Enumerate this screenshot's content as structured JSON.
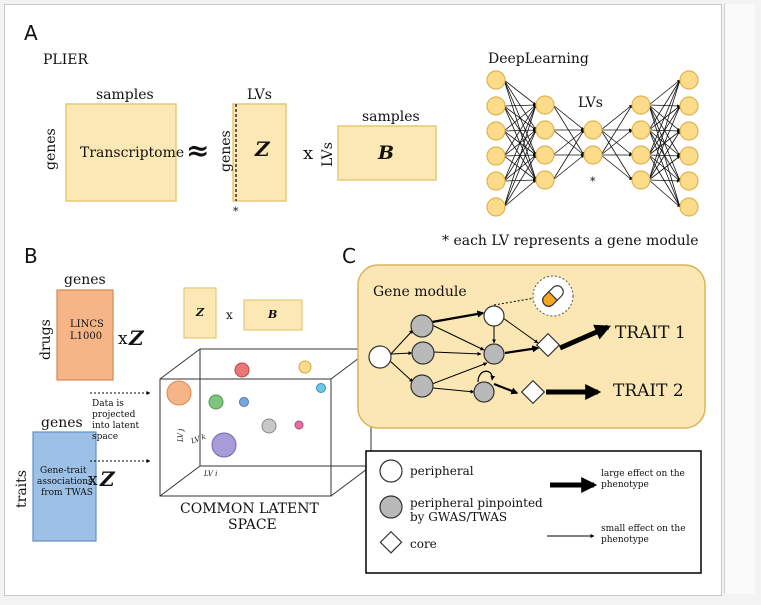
{
  "panels": {
    "A": {
      "letter": "A",
      "plier_label": "PLIER",
      "transcriptome": {
        "label": "Transcriptome",
        "top_label": "samples",
        "side_label": "genes"
      },
      "approx_symbol": "≈",
      "z_matrix": {
        "label": "Z",
        "top_label": "LVs",
        "side_label": "genes",
        "asterisk": "*"
      },
      "times_symbol": "x",
      "b_matrix": {
        "label": "B",
        "top_label": "samples",
        "side_label": "LVs"
      },
      "deep_learning": {
        "title": "DeepLearning",
        "lv_label": "LVs",
        "asterisk": "*"
      },
      "footnote": "* each LV represents a gene module"
    },
    "B": {
      "letter": "B",
      "drugs_matrix": {
        "label_line1": "LINCS",
        "label_line2": "L1000",
        "top_label": "genes",
        "side_label": "drugs",
        "times_z": "x",
        "z": "Z"
      },
      "traits_matrix": {
        "label_line1": "Gene-trait",
        "label_line2": "associations",
        "label_line3": "from TWAS",
        "top_label": "genes",
        "side_label": "traits",
        "times_z": "x",
        "z": "Z"
      },
      "small_z": "Z",
      "small_times": "x",
      "small_b": "B",
      "projection_note": [
        "Data is",
        "projected",
        "into latent",
        "space"
      ],
      "axes": {
        "lv_j": "LV j",
        "lv_k": "LV k",
        "lv_i": "LV i"
      },
      "space_title_line1": "COMMON LATENT",
      "space_title_line2": "SPACE"
    },
    "C": {
      "letter": "C",
      "module_title": "Gene module",
      "trait1": "TRAIT 1",
      "trait2": "TRAIT 2",
      "legend": {
        "peripheral": "peripheral",
        "pinpointed_line1": "peripheral pinpointed",
        "pinpointed_line2": "by GWAS/TWAS",
        "core": "core",
        "large_line1": "large effect on the",
        "large_line2": "phenotype",
        "small_line1": "small effect on the",
        "small_line2": "phenotype"
      }
    }
  },
  "colors": {
    "matrix_fill": "#fbe8b4",
    "matrix_border": "#e6c978",
    "node_fill": "#fcdc8a",
    "node_border": "#e0b24a",
    "drugs_fill": "#f6b586",
    "drugs_border": "#d9894f",
    "traits_fill": "#9dc0e6",
    "traits_border": "#5f8fc4",
    "module_bg": "#fbe7b3",
    "module_border": "#d9b45a",
    "gray_node": "#b9b9b9"
  }
}
